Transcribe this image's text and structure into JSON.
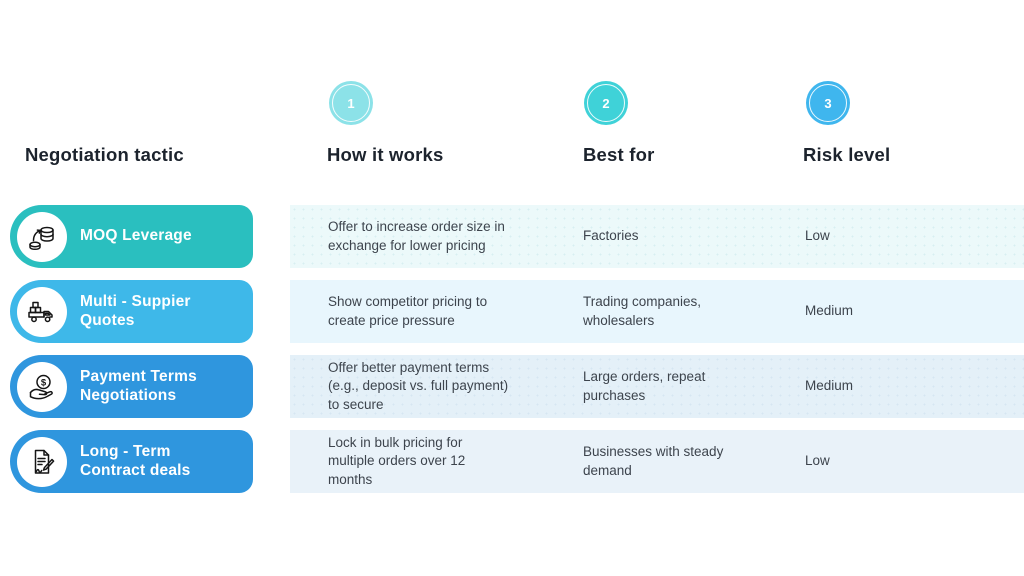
{
  "steps": [
    {
      "number": "1",
      "color": "#8ce2e8"
    },
    {
      "number": "2",
      "color": "#3fd2d8"
    },
    {
      "number": "3",
      "color": "#3fb6ee"
    }
  ],
  "columns": {
    "tactic": "Negotiation tactic",
    "how": "How it works",
    "best": "Best for",
    "risk": "Risk level"
  },
  "rows": [
    {
      "tactic": "MOQ Leverage",
      "icon": "coins-growth-icon",
      "pill_color": "#2abfbf",
      "how": "Offer to increase order size in exchange for lower pricing",
      "best": "Factories",
      "risk": "Low"
    },
    {
      "tactic": "Multi - Suppier Quotes",
      "icon": "delivery-truck-icon",
      "pill_color": "#3eb8e9",
      "how": "Show competitor pricing to create price pressure",
      "best": "Trading companies, wholesalers",
      "risk": "Medium"
    },
    {
      "tactic": "Payment Terms Negotiations",
      "icon": "hand-coin-icon",
      "pill_color": "#2f96de",
      "how": "Offer better payment terms (e.g., deposit vs. full payment) to secure",
      "best": "Large orders, repeat purchases",
      "risk": "Medium"
    },
    {
      "tactic": "Long - Term Contract deals",
      "icon": "contract-sign-icon",
      "pill_color": "#2f96de",
      "how": "Lock in bulk pricing for multiple orders over 12 months",
      "best": "Businesses with steady demand",
      "risk": "Low"
    }
  ]
}
